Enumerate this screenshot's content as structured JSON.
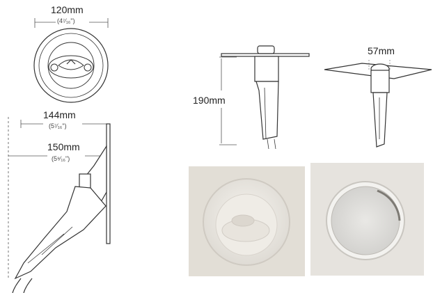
{
  "dimensions": {
    "width_mm": "120mm",
    "width_in": "(4⁷⁄₁₆\")",
    "depth1_mm": "144mm",
    "depth1_in": "(5⁷⁄₁₆\")",
    "depth2_mm": "150mm",
    "depth2_in": "(5⁹⁄₁₆\")",
    "height_mm": "190mm",
    "neck_mm": "57mm"
  }
}
